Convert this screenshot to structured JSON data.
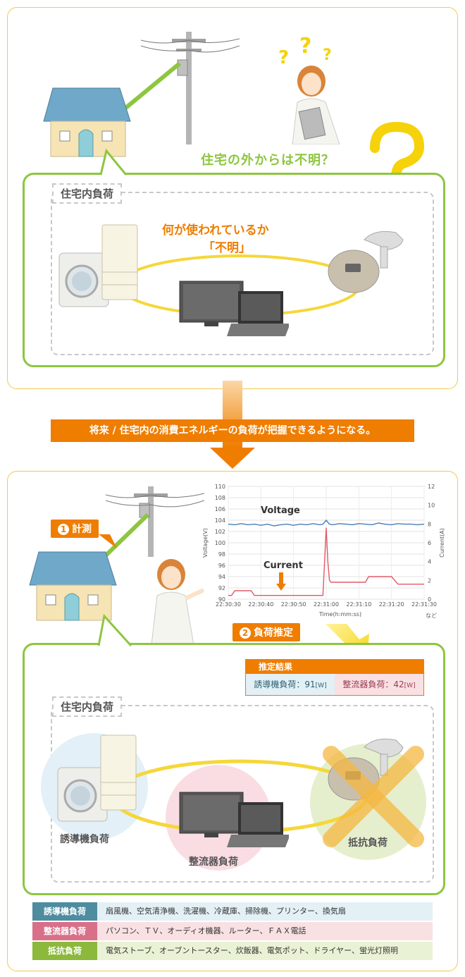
{
  "top": {
    "outside_text": "住宅の外からは不明？",
    "inside_label": "住宅内負荷",
    "unknown_line1": "何が使われているか",
    "unknown_line2": "「不明」"
  },
  "banner": "将来 / 住宅内の消費エネルギーの負荷が把握できるようになる。",
  "bottom": {
    "measure_num": "1",
    "measure_label": "計測",
    "estimate_num": "2",
    "estimate_label": "負荷推定",
    "result_title": "推定結果",
    "result_inductive": "誘導機負荷：91",
    "result_inductive_unit": "[W]",
    "result_rectifier": "整流器負荷：42",
    "result_rectifier_unit": "[W]",
    "inside_label": "住宅内負荷",
    "group_inductive": "誘導機負荷",
    "group_rectifier": "整流器負荷",
    "group_resistive": "抵抗負荷",
    "nado": "など"
  },
  "legend": [
    {
      "key": "誘導機負荷",
      "val": "扇風機、空気清浄機、洗濯機、冷蔵庫、掃除機、プリンター、換気扇",
      "color": "#4e8ca0",
      "bg": "#e3f0f5"
    },
    {
      "key": "整流器負荷",
      "val": "パソコン、ＴＶ、オーディオ機器、ルーター、ＦＡＸ電話",
      "color": "#d8708a",
      "bg": "#f9e0e3"
    },
    {
      "key": "抵抗負荷",
      "val": "電気ストーブ、オーブントースター、炊飯器、電気ポット、ドライヤー、蛍光灯照明",
      "color": "#8cb83c",
      "bg": "#e9f2d4"
    }
  ],
  "colors": {
    "orange": "#ef7d00",
    "green": "#8dc63f",
    "yellow": "#f5d73a"
  },
  "chart_data": {
    "type": "line",
    "x_ticks": [
      "22:30:30",
      "22:30:40",
      "22:30:50",
      "22:31:00",
      "22:31:10",
      "22:31:20",
      "22:31:30"
    ],
    "xlabel": "Time(h:mm:ss)",
    "ylabel": "Voltage(V)",
    "ylabel_right": "Current(A)",
    "ylim": [
      90,
      110
    ],
    "ylim_right": [
      0,
      12
    ],
    "y_ticks": [
      "90",
      "92",
      "94",
      "96",
      "98",
      "100",
      "102",
      "104",
      "106",
      "108",
      "110"
    ],
    "y_ticks_right": [
      "0",
      "2",
      "4",
      "6",
      "8",
      "10",
      "12"
    ],
    "series": [
      {
        "name": "Voltage",
        "axis": "left",
        "color": "#4a7fb5",
        "x": [
          0,
          2,
          4,
          6,
          8,
          10,
          12,
          14,
          16,
          18,
          20,
          22,
          24,
          26,
          28,
          29,
          30,
          31,
          32,
          34,
          36,
          38,
          40,
          42,
          44,
          46,
          48,
          50,
          52,
          54,
          56,
          58,
          60
        ],
        "y": [
          103.3,
          103.2,
          103.4,
          103.2,
          103.3,
          103.1,
          103.3,
          103.0,
          103.2,
          103.3,
          103.1,
          103.3,
          103.2,
          103.4,
          103.2,
          103.3,
          104.0,
          103.3,
          103.2,
          103.4,
          103.3,
          103.2,
          103.4,
          103.3,
          103.2,
          103.5,
          103.3,
          103.2,
          103.4,
          103.3,
          103.3,
          103.2,
          103.3
        ]
      },
      {
        "name": "Current",
        "axis": "right",
        "color": "#e05a6a",
        "x": [
          0,
          1,
          2,
          5,
          7,
          8,
          10,
          12,
          14,
          16,
          18,
          20,
          22,
          24,
          26,
          28,
          29,
          30,
          30.5,
          31,
          31.5,
          32,
          34,
          36,
          38,
          40,
          42,
          43,
          45,
          48,
          50,
          52,
          54,
          56,
          58,
          60
        ],
        "y": [
          0.4,
          0.4,
          0.9,
          0.9,
          0.9,
          0.4,
          0.4,
          0.4,
          0.4,
          0.4,
          0.4,
          0.4,
          0.4,
          0.4,
          0.4,
          0.4,
          0.4,
          7.6,
          4.0,
          2.0,
          1.8,
          1.8,
          1.8,
          1.8,
          1.8,
          1.8,
          1.8,
          2.4,
          2.4,
          2.4,
          2.4,
          1.6,
          1.6,
          1.6,
          1.6,
          1.6
        ]
      }
    ]
  }
}
